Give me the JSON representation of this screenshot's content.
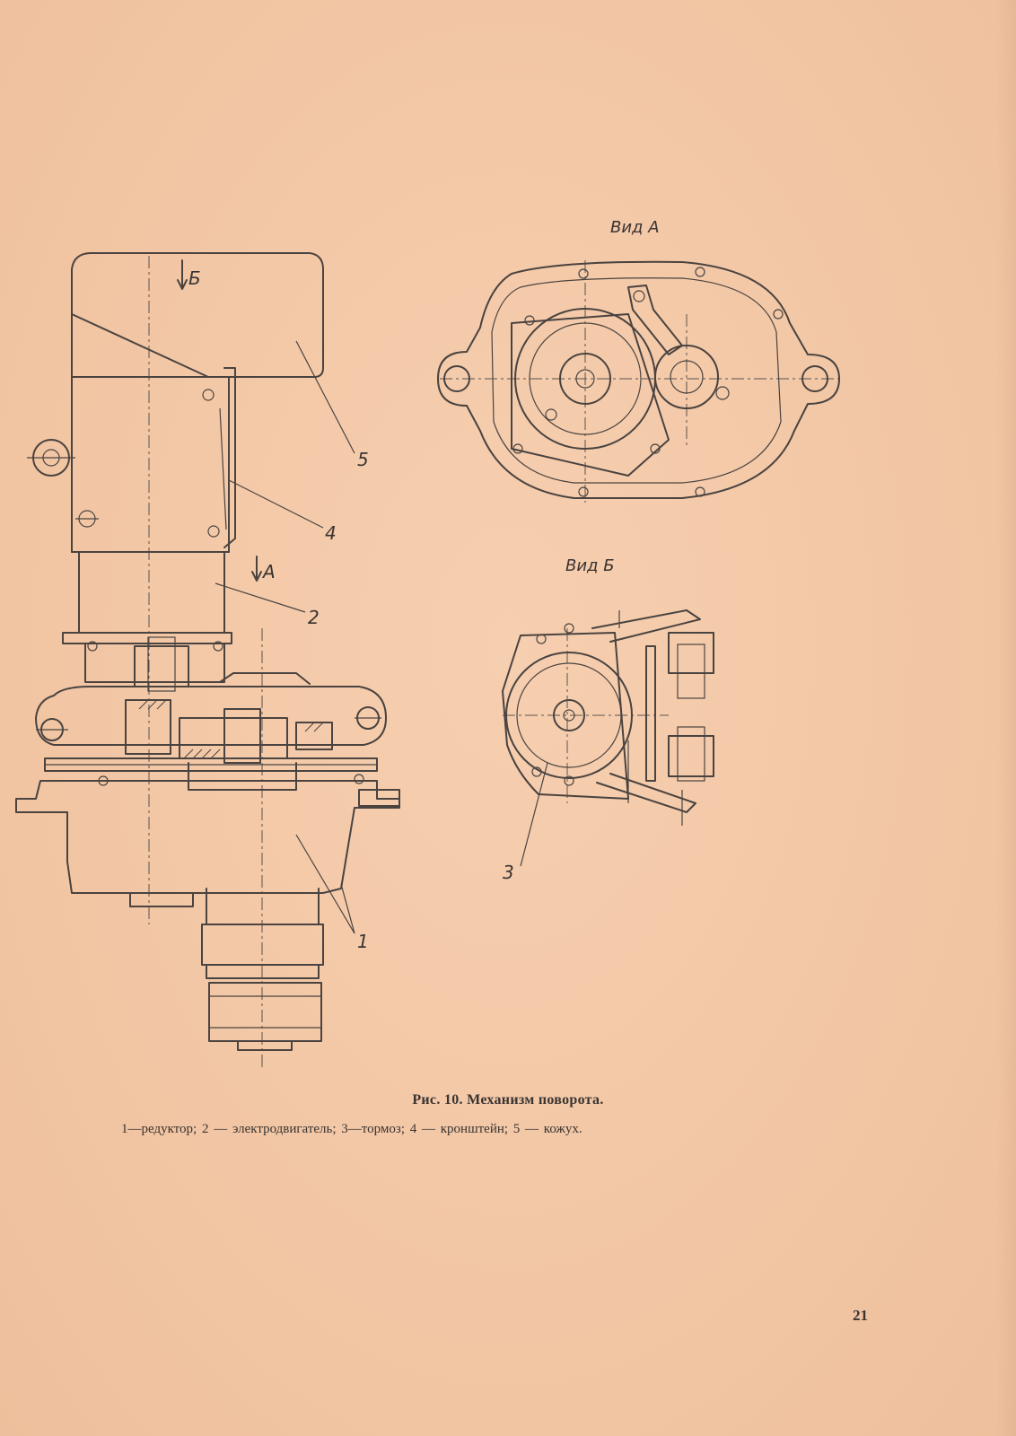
{
  "figure": {
    "title": "Рис. 10. Механизм поворота.",
    "legend": "1—редуктор;  2  —  электродвигатель;  3—тормоз;  4 — кронштейн; 5 — кожух.",
    "callouts": [
      "1",
      "2",
      "3",
      "4",
      "5"
    ],
    "arrow_labels": [
      "Б",
      "A"
    ],
    "view_labels": [
      "Вид A",
      "Вид Б"
    ]
  },
  "page_number": "21"
}
